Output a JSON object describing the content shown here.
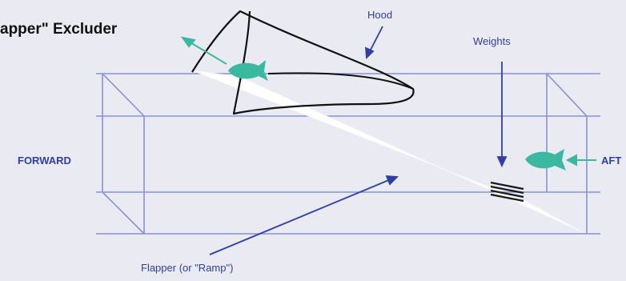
{
  "title": "apper\" Excluder",
  "labels": {
    "hood": "Hood",
    "weights": "Weights",
    "forward": "FORWARD",
    "aft": "AFT",
    "flapper": "Flapper (or \"Ramp\")"
  },
  "icons": {
    "fish_front": "fish-icon",
    "fish_aft": "fish-icon",
    "weights_mark": "weights-bars-icon"
  },
  "colors": {
    "background": "#eaeaf2",
    "line": "#8a92cf",
    "label": "#2f3fa3",
    "fish": "#3bb9a0",
    "ramp": "#ffffff",
    "hood_outline": "#111111"
  }
}
